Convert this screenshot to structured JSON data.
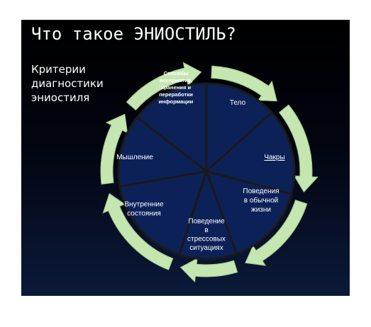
{
  "slide": {
    "title": "Что такое ЭНИОСТИЛЬ?",
    "subtitle_lines": [
      "Критерии",
      "диагностики",
      "эниостиля"
    ]
  },
  "segments": [
    {
      "lines": [
        "Способы",
        "восприятия,",
        "хранения и",
        "переработки",
        "информации"
      ]
    },
    {
      "lines": [
        "Тело"
      ]
    },
    {
      "lines": [
        "Чакры"
      ]
    },
    {
      "lines": [
        "Поведения",
        "в обычной",
        "жизни"
      ]
    },
    {
      "lines": [
        "Поведение",
        "в",
        "стрессовых",
        "ситуациях"
      ]
    },
    {
      "lines": [
        "Внутренние",
        "состояния"
      ]
    },
    {
      "lines": [
        "Мышление"
      ]
    }
  ],
  "colors": {
    "segment_fill": "#0d2159",
    "segment_stroke": "#1a1a1a",
    "arrow_fill": "#c6e6b1",
    "arrow_stroke": "#9cc98a",
    "background": "#000000"
  }
}
